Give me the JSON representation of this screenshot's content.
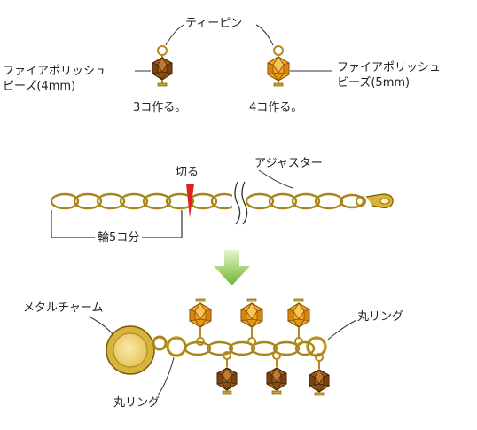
{
  "top": {
    "tea_pin_label": "ティーピン",
    "bead_small_label": "ファイアポリッシュ\nビーズ(4mm)",
    "bead_large_label": "ファイアポリッシュ\nビーズ(5mm)",
    "small_count_label": "3コ作る。",
    "large_count_label": "4コ作る。"
  },
  "middle": {
    "cut_label": "切る",
    "adjuster_label": "アジャスター",
    "length_label": "輪5コ分"
  },
  "bottom": {
    "charm_label": "メタルチャーム",
    "ring_right_label": "丸リング",
    "ring_left_label": "丸リング"
  },
  "colors": {
    "gold": "#c9a227",
    "gold_dark": "#7a5c00",
    "bead_orange": "#f0a020",
    "bead_brown": "#9a5a1e",
    "cut_red": "#e02020",
    "arrow_green": "#8cc63f"
  }
}
